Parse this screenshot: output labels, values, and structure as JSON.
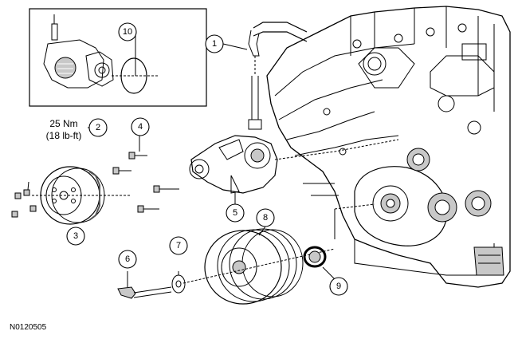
{
  "figure_id": "N0120505",
  "torque_spec": {
    "line1": "25 Nm",
    "line2": "(18 lb-ft)"
  },
  "callouts": [
    "1",
    "2",
    "3",
    "4",
    "5",
    "6",
    "7",
    "8",
    "9",
    "10"
  ],
  "colors": {
    "line": "#000000",
    "fill": "#ffffff",
    "shade": "#c8c8c8"
  }
}
